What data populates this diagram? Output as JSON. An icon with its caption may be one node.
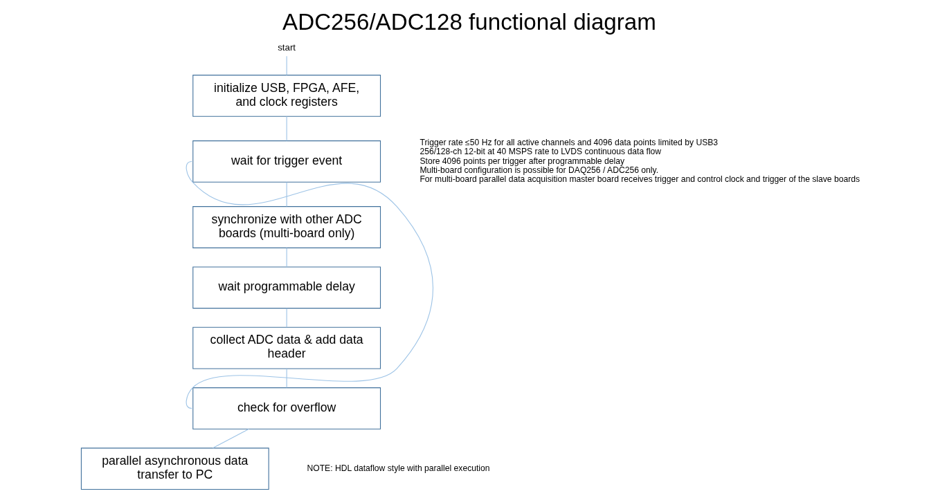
{
  "diagram": {
    "title": "ADC256/ADC128 functional diagram",
    "nodes": [
      {
        "text": [
          "start"
        ]
      },
      {
        "text": [
          "initialize USB, FPGA, AFE, and clock registers"
        ]
      },
      {
        "text": [
          "wait for trigger event"
        ]
      },
      {
        "text": [
          "synchronize with other ADC boards (multi-board only)"
        ]
      },
      {
        "text": [
          "wait programmable delay"
        ]
      },
      {
        "text": [
          "collect ADC data & add data header"
        ]
      },
      {
        "text": [
          "check for overflow"
        ]
      },
      {
        "text": [
          "parallel asynchronous data transfer to PC"
        ]
      }
    ],
    "edges": [
      {
        "from": 0,
        "to": 1,
        "arrow": "none"
      },
      {
        "from": 1,
        "to": 2,
        "arrow": "none"
      },
      {
        "from": 2,
        "to": 3,
        "arrow": "none"
      },
      {
        "from": 3,
        "to": 4,
        "arrow": "none"
      },
      {
        "from": 4,
        "to": 5,
        "arrow": "none"
      },
      {
        "from": 5,
        "to": 6,
        "arrow": "none"
      },
      {
        "from": 6,
        "to": 7,
        "arrow": "none"
      },
      {
        "from": 6,
        "to": 2,
        "arrow": "none"
      }
    ],
    "labels": [
      "Trigger rate ≤50 Hz for all active channels and 4096 data points limited by USB3",
      "256/128-ch 12-bit at 40 MSPS rate to LVDS continuous data flow",
      "Store 4096 points per trigger after programmable delay",
      "Multi-board configuration is possible for DAQ256 / ADC256 only.",
      "For multi-board parallel data acquisition master board receives trigger and control clock and trigger of the slave boards",
      "NOTE: HDL dataflow style with parallel execution"
    ]
  }
}
